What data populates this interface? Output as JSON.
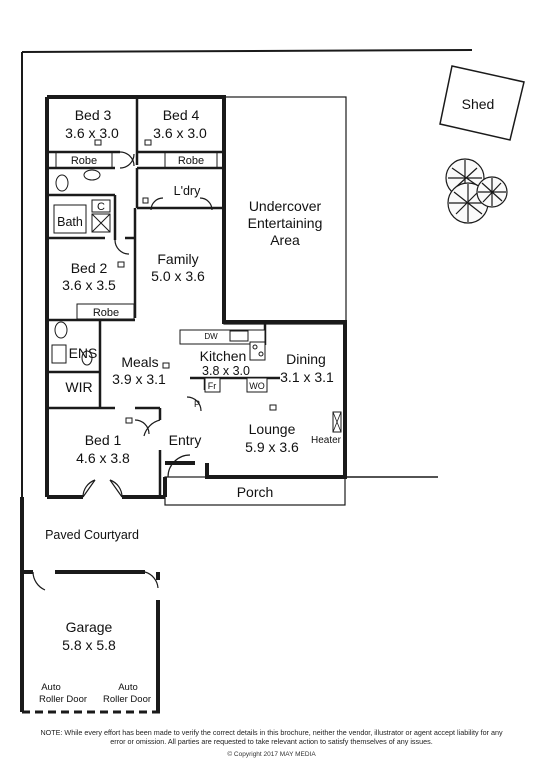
{
  "rooms": {
    "bed3": {
      "name": "Bed 3",
      "size": "3.6 x 3.0"
    },
    "bed4": {
      "name": "Bed 4",
      "size": "3.6 x 3.0"
    },
    "robe_bed3": "Robe",
    "robe_bed4": "Robe",
    "laundry": "L'dry",
    "bath": "Bath",
    "toilet_c": "C",
    "undercover": {
      "line1": "Undercover",
      "line2": "Entertaining",
      "line3": "Area"
    },
    "shed": "Shed",
    "family": {
      "name": "Family",
      "size": "5.0 x 3.6"
    },
    "bed2": {
      "name": "Bed 2",
      "size": "3.6 x 3.5"
    },
    "robe_bed2": "Robe",
    "ens": "ENS",
    "wir": "WIR",
    "meals": {
      "name": "Meals",
      "size": "3.9 x 3.1"
    },
    "kitchen": {
      "name": "Kitchen",
      "size": "3.8 x 3.0"
    },
    "dw": "DW",
    "fr": "Fr",
    "wo": "WO",
    "pantry": "P",
    "dining": {
      "name": "Dining",
      "size": "3.1 x 3.1"
    },
    "lounge": {
      "name": "Lounge",
      "size": "5.9 x 3.6"
    },
    "heater": "Heater",
    "bed1": {
      "name": "Bed 1",
      "size": "4.6 x 3.8"
    },
    "entry": "Entry",
    "porch": "Porch",
    "courtyard": "Paved Courtyard",
    "garage": {
      "name": "Garage",
      "size": "5.8 x 5.8"
    },
    "roller_left": {
      "line1": "Auto",
      "line2": "Roller Door"
    },
    "roller_right": {
      "line1": "Auto",
      "line2": "Roller Door"
    }
  },
  "footer": {
    "note": "NOTE: While every effort has been made to verify the correct details in this brochure, neither the vendor, illustrator or agent accept liability for any error or omission. All parties are requested to take relevant action to satisfy themselves of any issues.",
    "copyright": "© Copyright 2017 MAY MEDIA"
  }
}
